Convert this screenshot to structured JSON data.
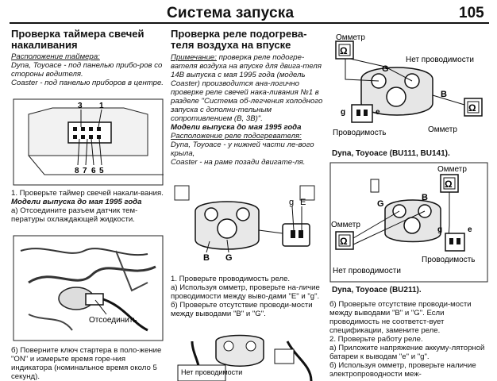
{
  "header": {
    "title": "Система запуска",
    "page_number": "105"
  },
  "col1": {
    "heading": "Проверка таймера свечей накаливания",
    "location_title": "Расположение таймера:",
    "location_dyna": "Dyna, Toyoace - под панелью прибо-ров со стороны водителя.",
    "location_coaster": "Coaster - под панелью приборов в центре.",
    "fig1_pins_top": [
      "3",
      "1"
    ],
    "fig1_pins_bottom": [
      "8",
      "7",
      "6",
      "5"
    ],
    "step1": "1. Проверьте таймер свечей накали-вания.",
    "models_before": "Модели выпуска до мая 1995 года",
    "step1a": "а) Отсоедините разъем датчик тем-пературы охлаждающей жидкости.",
    "fig2_label": "Отсоединить",
    "step1b": "б) Поверните ключ стартера в поло-жение \"ON\" и измерьте время горе-ния индикатора (номинальное время около 5 секунд)."
  },
  "col2": {
    "heading": "Проверка реле подогрева-теля воздуха на впуске",
    "note_label": "Примечание:",
    "note_text": " проверка реле подогре-вателя воздуха на впуске для двига-теля 14В выпуска с мая 1995 года (модель Coaster) производится ана-логично проверке реле свечей нака-ливания №1 в разделе \"Система об-легчения холодного запуска с дополни-тельным сопротивлением (В, 3В)\".",
    "models_before": "Модели выпуска до мая 1995 года",
    "location_title": "Расположение реле подогревателя:",
    "location_dyna": "Dyna, Toyoace - у нижней части ле-вого крыла,",
    "location_coaster": "Coaster - на раме позади двигате-ля.",
    "fig_labels": [
      "B",
      "G",
      "g",
      "E"
    ],
    "step1": "1. Проверьте проводимость реле.",
    "step1a": "а) Используя омметр, проверьте на-личие проводимости между выво-дами \"E\" и \"g\".",
    "step1b": "б) Проверьте отсутствие проводи-мости между выводами \"B\" и \"G\".",
    "fig_bottom_label": "Нет проводимости"
  },
  "col3": {
    "fig1_labels": {
      "ohmmeter_top": "Омметр",
      "no_conduct": "Нет проводимости",
      "g": "G",
      "b": "B",
      "g_small": "g",
      "e": "e",
      "conduct": "Проводимость",
      "ohmmeter_bottom": "Омметр"
    },
    "caption1": "Dyna, Toyoace (BU111, BU141).",
    "fig2_labels": {
      "ohmmeter_top": "Омметр",
      "ohmmeter_left": "Омметр",
      "g": "G",
      "b": "B",
      "g_small": "g",
      "e": "e",
      "conduct": "Проводимость",
      "no_conduct": "Нет проводимости"
    },
    "caption2": "Dyna, Toyoace (BU211).",
    "step1b": "б) Проверьте отсутствие проводи-мости между выводами \"B\" и \"G\". Если проводимость не соответст-вует спецификации, замените реле.",
    "step2": "2. Проверьте работу реле.",
    "step2a": "а) Приложите напряжение аккуму-ляторной батареи к выводам \"e\" и \"g\".",
    "step2b": "б) Используя омметр, проверьте наличие электропроводности меж-"
  },
  "ohm_symbol": "Ω"
}
